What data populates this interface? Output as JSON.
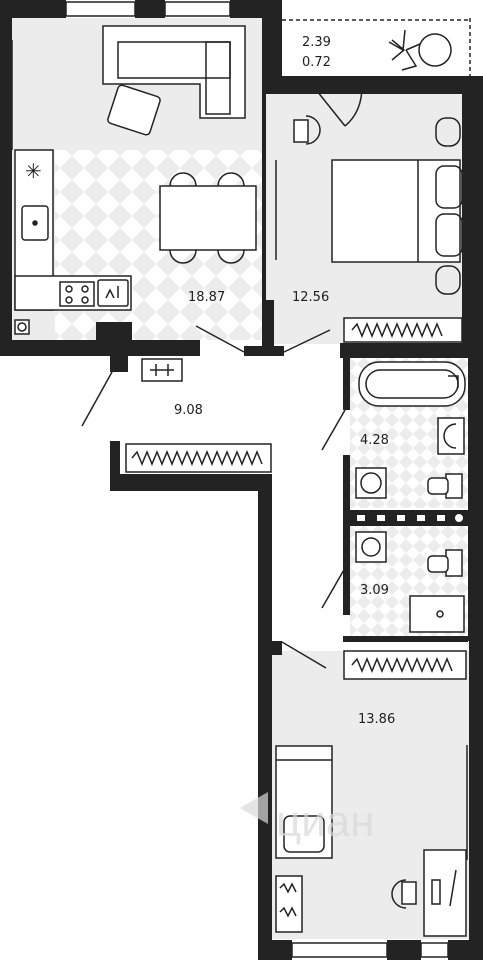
{
  "plan": {
    "colors": {
      "wall": "#232323",
      "floor_light": "#ececec",
      "floor_tile": "#ffffff",
      "furniture_stroke": "#232323",
      "watermark": "#d9d9d9"
    },
    "rooms": {
      "balcony": {
        "area": "2.39",
        "sub_area": "0.72"
      },
      "kitchen_living": {
        "area": "18.87"
      },
      "bedroom": {
        "area": "12.56"
      },
      "hall": {
        "area": "9.08"
      },
      "bathroom": {
        "area": "4.28"
      },
      "toilet": {
        "area": "3.09"
      },
      "room2": {
        "area": "13.86"
      }
    },
    "watermark": {
      "logo_text": "циан"
    },
    "icons": [
      "sofa-icon",
      "table-icon",
      "bed-icon",
      "bathtub-icon",
      "toilet-icon",
      "sink-icon",
      "washer-icon",
      "stove-icon",
      "plant-icon",
      "wardrobe-icon",
      "desk-icon",
      "chair-icon"
    ]
  }
}
